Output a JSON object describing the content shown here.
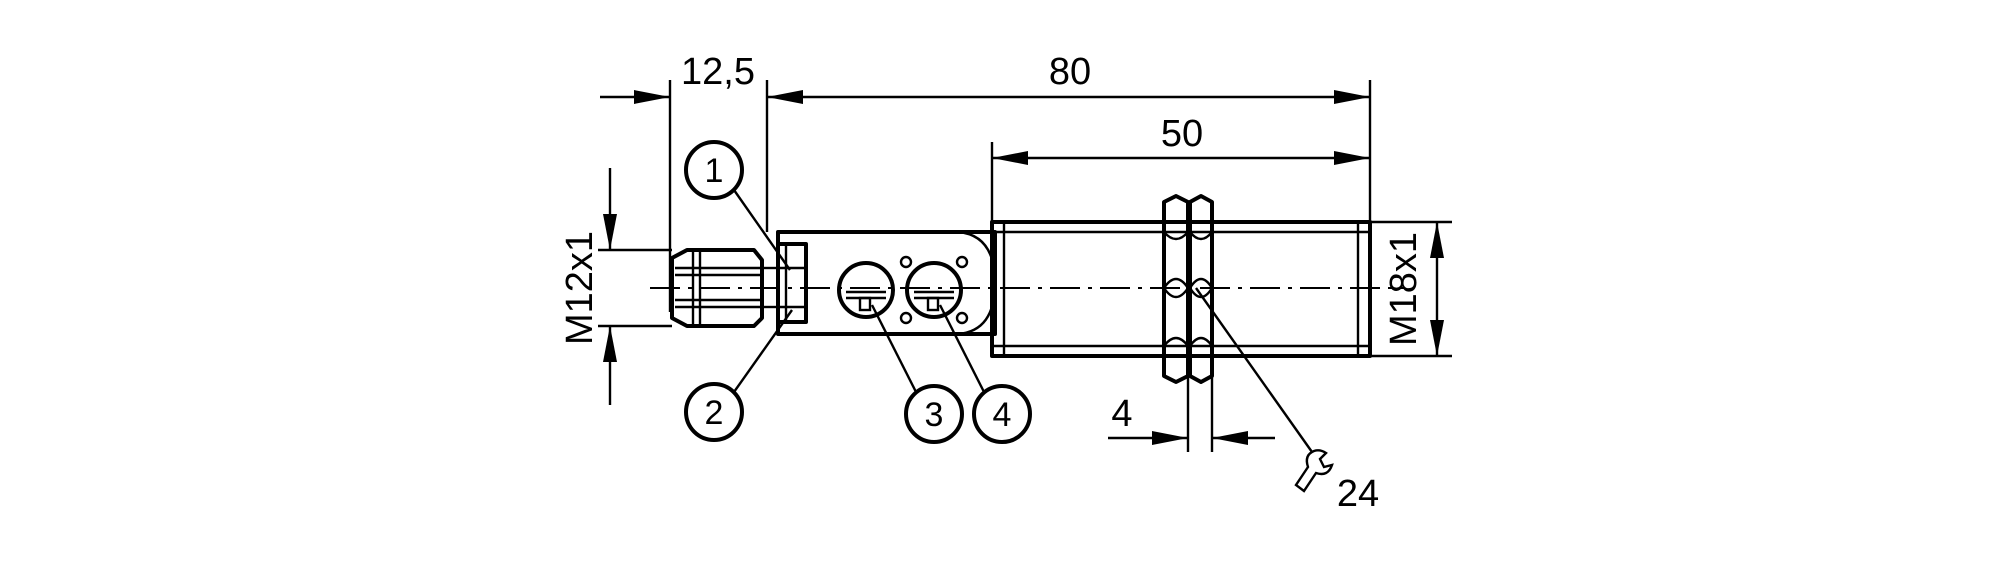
{
  "dimensions": {
    "connector_offset": "12,5",
    "overall_length": "80",
    "thread_length": "50",
    "connector_thread": "M12x1",
    "housing_thread": "M18x1",
    "nut_width": "4",
    "wrench_size": "24"
  },
  "callouts": [
    "1",
    "2",
    "3",
    "4"
  ],
  "icons": {
    "wrench": "wrench-icon"
  }
}
